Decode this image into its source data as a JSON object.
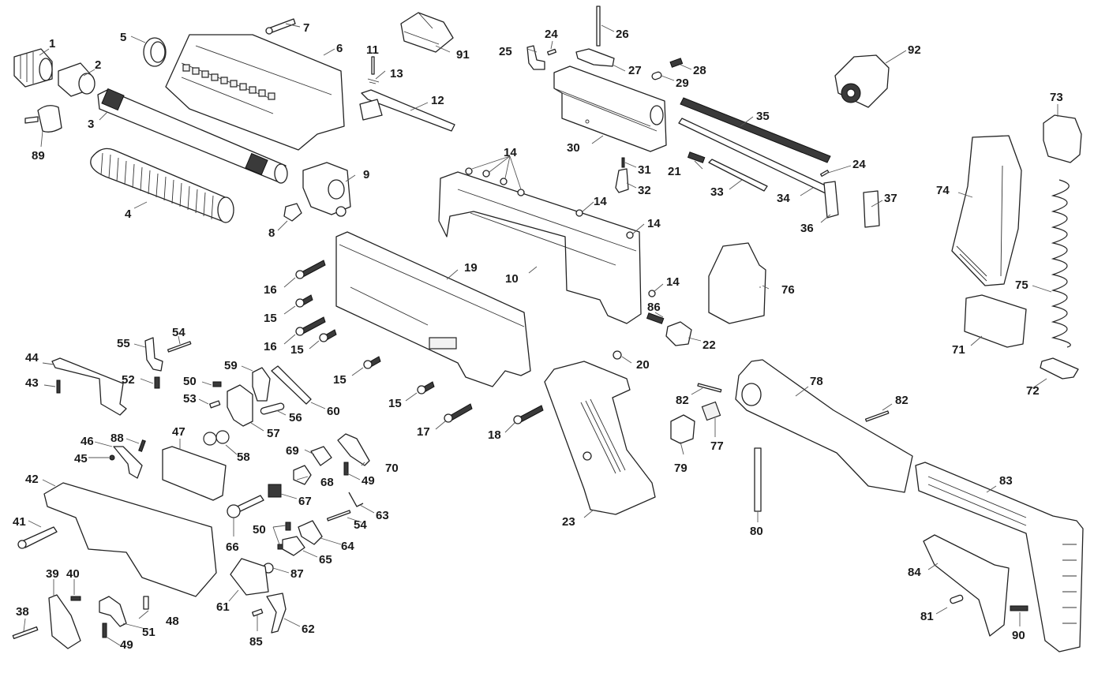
{
  "diagram": {
    "title": "Exploded parts diagram",
    "label_color": "#1a1a1a",
    "line_color": "#222222",
    "background": "#ffffff",
    "callouts": [
      {
        "id": "1",
        "label": "1"
      },
      {
        "id": "2",
        "label": "2"
      },
      {
        "id": "3",
        "label": "3"
      },
      {
        "id": "4",
        "label": "4"
      },
      {
        "id": "5",
        "label": "5"
      },
      {
        "id": "6",
        "label": "6"
      },
      {
        "id": "7",
        "label": "7"
      },
      {
        "id": "8",
        "label": "8"
      },
      {
        "id": "9",
        "label": "9"
      },
      {
        "id": "10",
        "label": "10"
      },
      {
        "id": "11",
        "label": "11"
      },
      {
        "id": "12",
        "label": "12"
      },
      {
        "id": "13",
        "label": "13"
      },
      {
        "id": "14a",
        "label": "14"
      },
      {
        "id": "14b",
        "label": "14"
      },
      {
        "id": "14c",
        "label": "14"
      },
      {
        "id": "14d",
        "label": "14"
      },
      {
        "id": "15a",
        "label": "15"
      },
      {
        "id": "15b",
        "label": "15"
      },
      {
        "id": "15c",
        "label": "15"
      },
      {
        "id": "15d",
        "label": "15"
      },
      {
        "id": "16a",
        "label": "16"
      },
      {
        "id": "16b",
        "label": "16"
      },
      {
        "id": "17",
        "label": "17"
      },
      {
        "id": "18",
        "label": "18"
      },
      {
        "id": "19",
        "label": "19"
      },
      {
        "id": "20",
        "label": "20"
      },
      {
        "id": "21",
        "label": "21"
      },
      {
        "id": "22",
        "label": "22"
      },
      {
        "id": "23",
        "label": "23"
      },
      {
        "id": "24a",
        "label": "24"
      },
      {
        "id": "24b",
        "label": "24"
      },
      {
        "id": "25",
        "label": "25"
      },
      {
        "id": "26",
        "label": "26"
      },
      {
        "id": "27",
        "label": "27"
      },
      {
        "id": "28",
        "label": "28"
      },
      {
        "id": "29",
        "label": "29"
      },
      {
        "id": "30",
        "label": "30"
      },
      {
        "id": "31",
        "label": "31"
      },
      {
        "id": "32",
        "label": "32"
      },
      {
        "id": "33",
        "label": "33"
      },
      {
        "id": "34",
        "label": "34"
      },
      {
        "id": "35",
        "label": "35"
      },
      {
        "id": "36",
        "label": "36"
      },
      {
        "id": "37",
        "label": "37"
      },
      {
        "id": "38",
        "label": "38"
      },
      {
        "id": "39",
        "label": "39"
      },
      {
        "id": "40",
        "label": "40"
      },
      {
        "id": "41",
        "label": "41"
      },
      {
        "id": "42",
        "label": "42"
      },
      {
        "id": "43",
        "label": "43"
      },
      {
        "id": "44",
        "label": "44"
      },
      {
        "id": "45",
        "label": "45"
      },
      {
        "id": "46",
        "label": "46"
      },
      {
        "id": "47",
        "label": "47"
      },
      {
        "id": "48",
        "label": "48"
      },
      {
        "id": "49a",
        "label": "49"
      },
      {
        "id": "49b",
        "label": "49"
      },
      {
        "id": "50a",
        "label": "50"
      },
      {
        "id": "50b",
        "label": "50"
      },
      {
        "id": "51",
        "label": "51"
      },
      {
        "id": "52",
        "label": "52"
      },
      {
        "id": "53",
        "label": "53"
      },
      {
        "id": "54a",
        "label": "54"
      },
      {
        "id": "54b",
        "label": "54"
      },
      {
        "id": "55",
        "label": "55"
      },
      {
        "id": "56",
        "label": "56"
      },
      {
        "id": "57",
        "label": "57"
      },
      {
        "id": "58",
        "label": "58"
      },
      {
        "id": "59",
        "label": "59"
      },
      {
        "id": "60",
        "label": "60"
      },
      {
        "id": "61",
        "label": "61"
      },
      {
        "id": "62",
        "label": "62"
      },
      {
        "id": "63",
        "label": "63"
      },
      {
        "id": "64",
        "label": "64"
      },
      {
        "id": "65",
        "label": "65"
      },
      {
        "id": "66",
        "label": "66"
      },
      {
        "id": "67",
        "label": "67"
      },
      {
        "id": "68",
        "label": "68"
      },
      {
        "id": "69",
        "label": "69"
      },
      {
        "id": "70",
        "label": "70"
      },
      {
        "id": "71",
        "label": "71"
      },
      {
        "id": "72",
        "label": "72"
      },
      {
        "id": "73",
        "label": "73"
      },
      {
        "id": "74",
        "label": "74"
      },
      {
        "id": "75",
        "label": "75"
      },
      {
        "id": "76",
        "label": "76"
      },
      {
        "id": "77",
        "label": "77"
      },
      {
        "id": "78",
        "label": "78"
      },
      {
        "id": "79",
        "label": "79"
      },
      {
        "id": "80",
        "label": "80"
      },
      {
        "id": "81",
        "label": "81"
      },
      {
        "id": "82a",
        "label": "82"
      },
      {
        "id": "82b",
        "label": "82"
      },
      {
        "id": "83",
        "label": "83"
      },
      {
        "id": "84",
        "label": "84"
      },
      {
        "id": "85",
        "label": "85"
      },
      {
        "id": "86",
        "label": "86"
      },
      {
        "id": "87",
        "label": "87"
      },
      {
        "id": "88",
        "label": "88"
      },
      {
        "id": "89",
        "label": "89"
      },
      {
        "id": "90",
        "label": "90"
      },
      {
        "id": "91",
        "label": "91"
      },
      {
        "id": "92",
        "label": "92"
      }
    ]
  }
}
